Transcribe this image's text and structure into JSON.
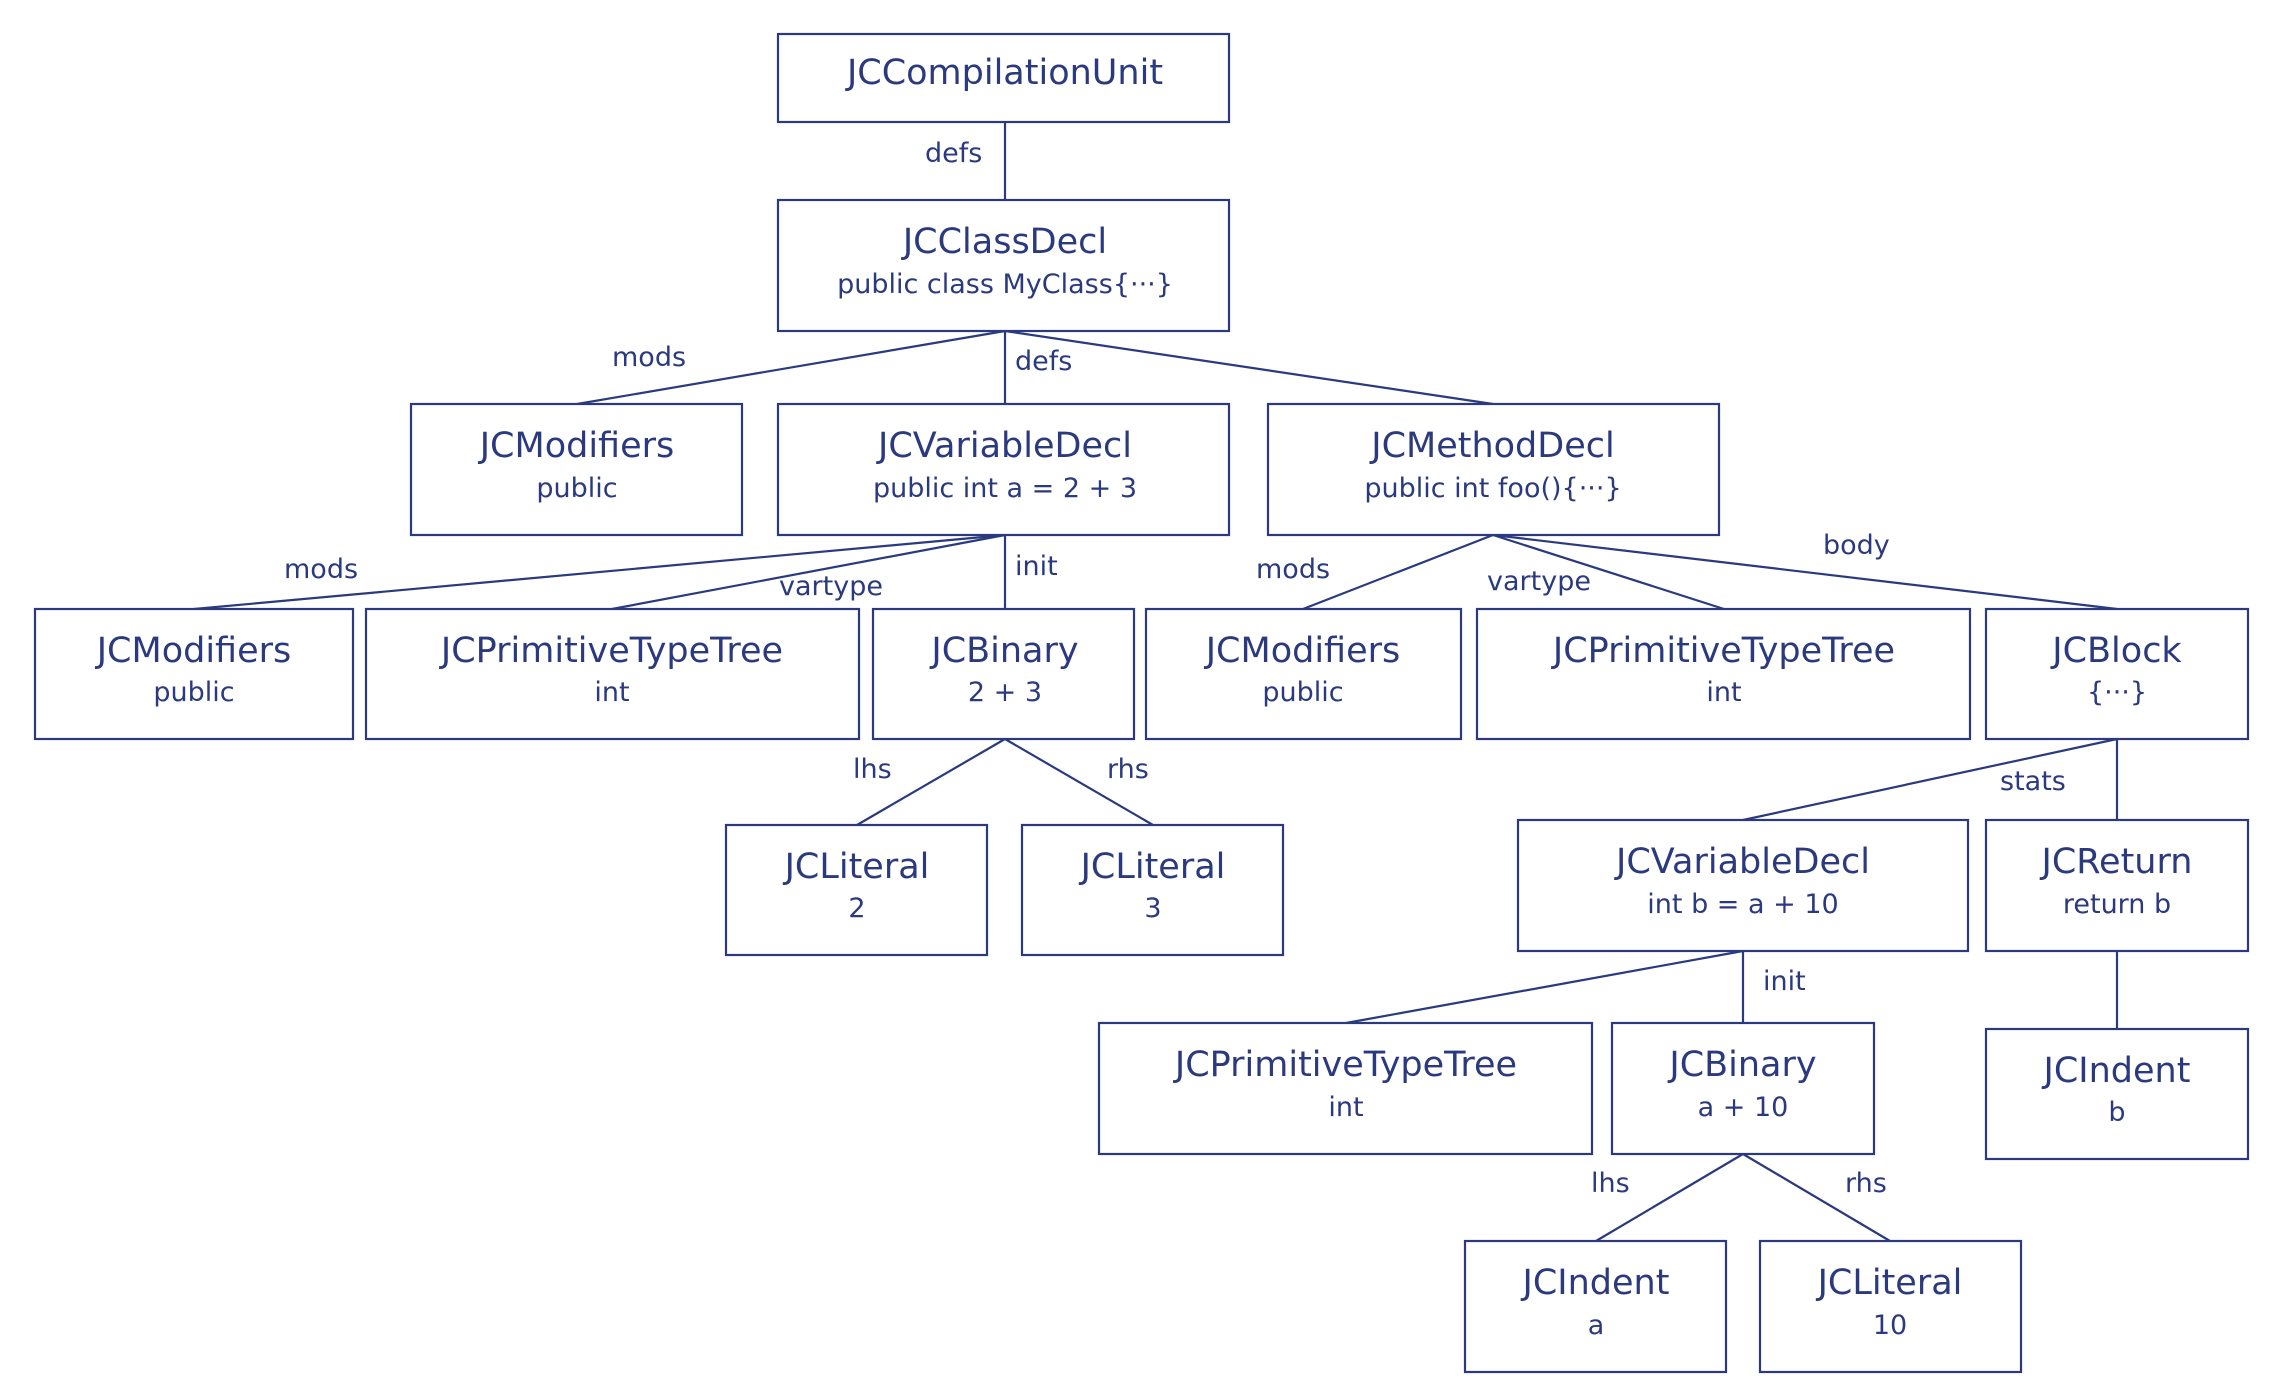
{
  "colors": {
    "ink": "#2b3a7e",
    "background": "#ffffff"
  },
  "nodes": {
    "compilation_unit": {
      "title": "JCCompilationUnit",
      "sub": ""
    },
    "class_decl": {
      "title": "JCClassDecl",
      "sub": "public class MyClass{···}"
    },
    "class_modifiers": {
      "title": "JCModifiers",
      "sub": "public"
    },
    "field_decl": {
      "title": "JCVariableDecl",
      "sub": "public int a = 2 + 3"
    },
    "method_decl": {
      "title": "JCMethodDecl",
      "sub": "public int foo(){···}"
    },
    "field_modifiers": {
      "title": "JCModifiers",
      "sub": "public"
    },
    "field_type": {
      "title": "JCPrimitiveTypeTree",
      "sub": "int"
    },
    "field_init": {
      "title": "JCBinary",
      "sub": "2 + 3"
    },
    "method_modifiers": {
      "title": "JCModifiers",
      "sub": "public"
    },
    "method_type": {
      "title": "JCPrimitiveTypeTree",
      "sub": "int"
    },
    "method_body": {
      "title": "JCBlock",
      "sub": "{···}"
    },
    "literal_2": {
      "title": "JCLiteral",
      "sub": "2"
    },
    "literal_3": {
      "title": "JCLiteral",
      "sub": "3"
    },
    "local_decl": {
      "title": "JCVariableDecl",
      "sub": "int b = a + 10"
    },
    "return_stmt": {
      "title": "JCReturn",
      "sub": "return b"
    },
    "local_type": {
      "title": "JCPrimitiveTypeTree",
      "sub": "int"
    },
    "local_init": {
      "title": "JCBinary",
      "sub": "a + 10"
    },
    "ident_b": {
      "title": "JCIndent",
      "sub": "b"
    },
    "ident_a": {
      "title": "JCIndent",
      "sub": "a"
    },
    "literal_10": {
      "title": "JCLiteral",
      "sub": "10"
    }
  },
  "edge_labels": {
    "root_defs": "defs",
    "class_mods": "mods",
    "class_defs": "defs",
    "field_mods": "mods",
    "field_vartype": "vartype",
    "field_init": "init",
    "method_mods": "mods",
    "method_vartype": "vartype",
    "method_body": "body",
    "binary1_lhs": "lhs",
    "binary1_rhs": "rhs",
    "block_stats": "stats",
    "local_init": "init",
    "binary2_lhs": "lhs",
    "binary2_rhs": "rhs"
  }
}
